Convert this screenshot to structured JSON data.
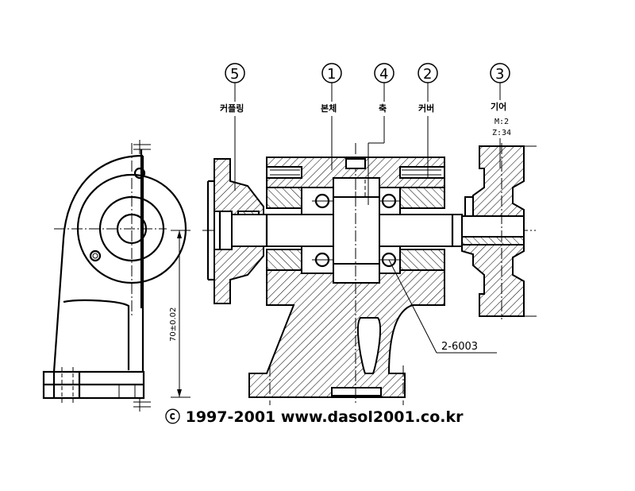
{
  "parts": [
    {
      "number": "5",
      "name": "커플링"
    },
    {
      "number": "1",
      "name": "본체"
    },
    {
      "number": "4",
      "name": "축"
    },
    {
      "number": "2",
      "name": "커버"
    },
    {
      "number": "3",
      "name": "기어"
    }
  ],
  "gear_spec": {
    "module": "M:2",
    "teeth": "Z:34"
  },
  "bearing_label": "2-6003",
  "dimension": "70±0.02",
  "copyright": "ⓒ 1997-2001 www.dasol2001.co.kr"
}
